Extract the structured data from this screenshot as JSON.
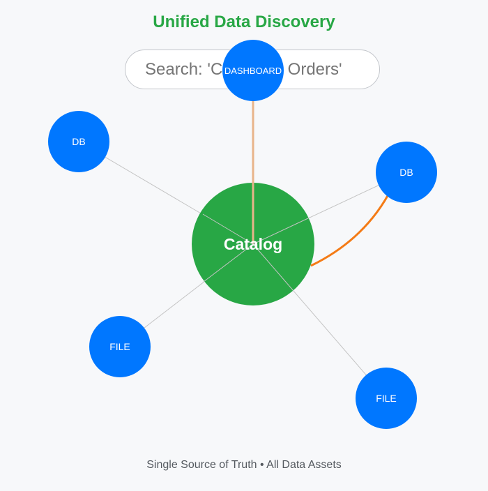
{
  "header": {
    "title": "Unified Data Discovery"
  },
  "search": {
    "placeholder": "Search: 'Customer Orders'"
  },
  "graph": {
    "center": {
      "label": "Catalog",
      "color": "#28a745"
    },
    "node_color": "#0077ff",
    "nodes": [
      {
        "id": "dashboard",
        "label": "DASHBOARD"
      },
      {
        "id": "db-left",
        "label": "DB"
      },
      {
        "id": "db-right",
        "label": "DB"
      },
      {
        "id": "file-left",
        "label": "FILE"
      },
      {
        "id": "file-right",
        "label": "FILE"
      }
    ],
    "link_colors": {
      "default": "#c4c4c4",
      "dashboard": "#e8b48a",
      "active": "#f47b16"
    }
  },
  "footer": {
    "text": "Single Source of Truth • All Data Assets"
  }
}
